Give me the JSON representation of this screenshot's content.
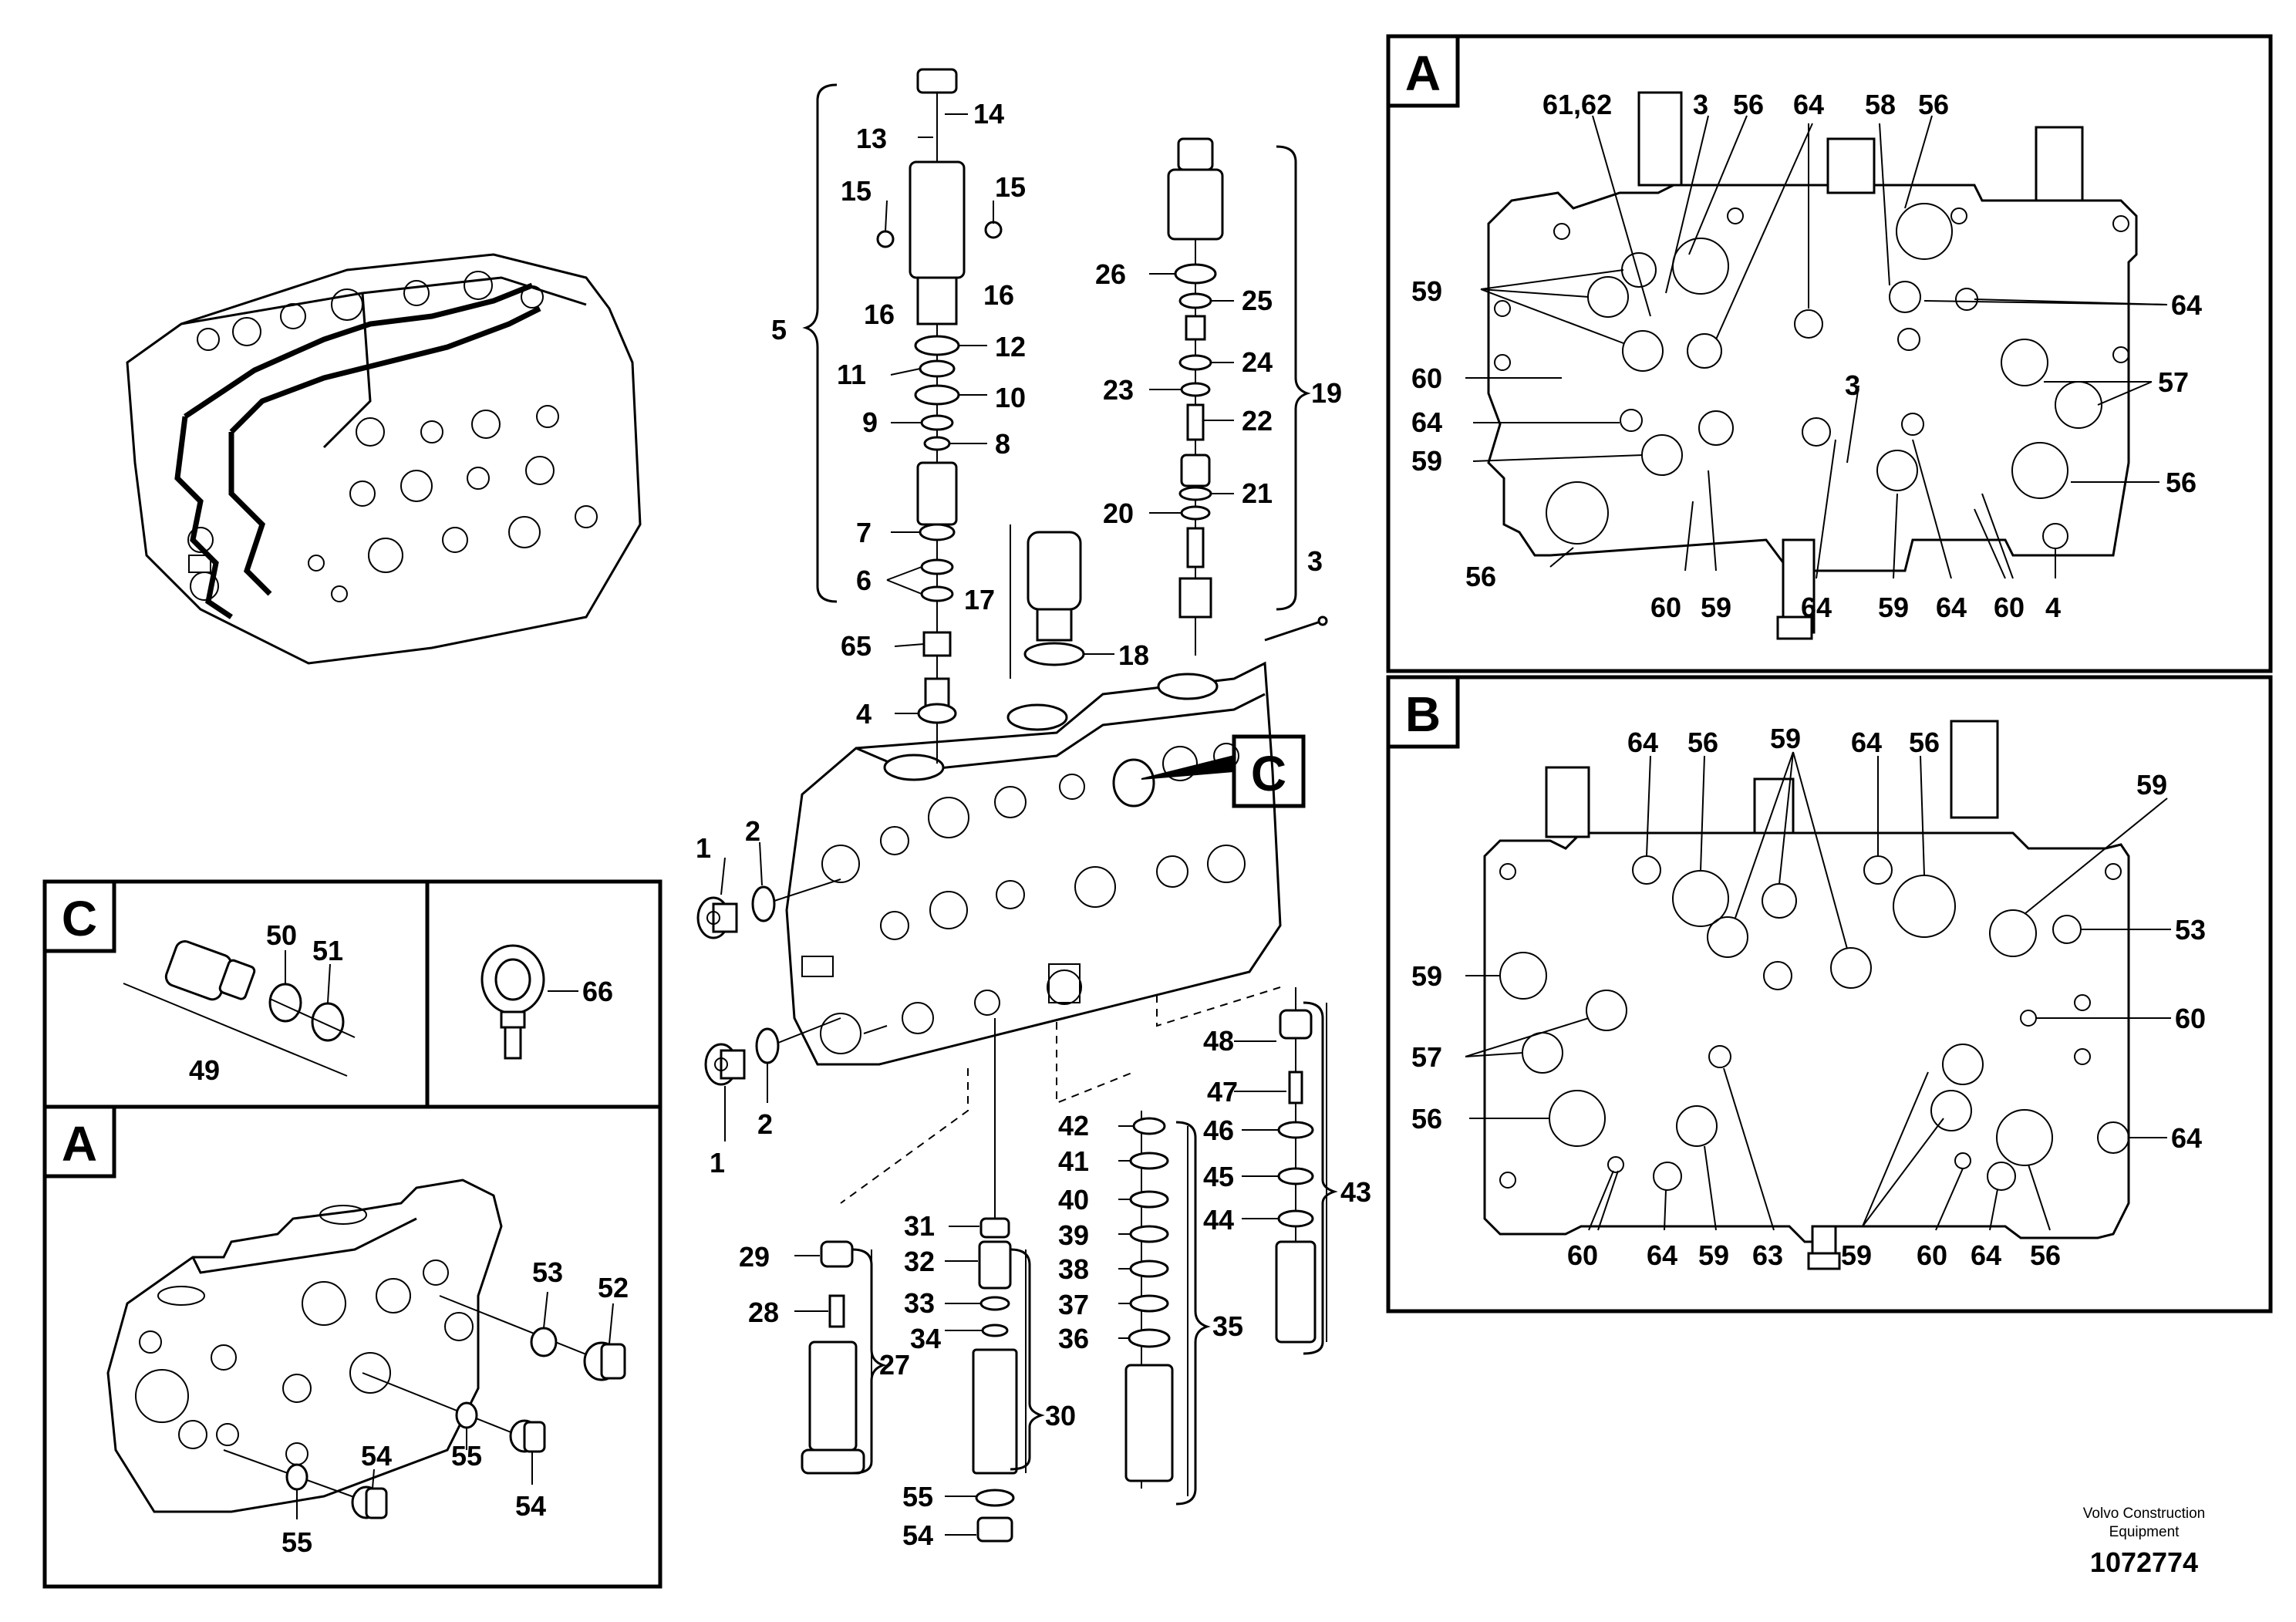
{
  "panels": {
    "A_top": "A",
    "B": "B",
    "C": "C",
    "A_bottom": "A",
    "C_callout": "C"
  },
  "footer": {
    "brand_line1": "Volvo Construction",
    "brand_line2": "Equipment",
    "part_number": "1072774"
  },
  "labels": {
    "main": [
      "14",
      "13",
      "15",
      "15",
      "16",
      "16",
      "5",
      "12",
      "11",
      "10",
      "9",
      "8",
      "7",
      "6",
      "65",
      "4",
      "17",
      "18",
      "26",
      "25",
      "24",
      "23",
      "22",
      "21",
      "20",
      "19",
      "3",
      "1",
      "2",
      "1",
      "2",
      "48",
      "47",
      "42",
      "46",
      "41",
      "45",
      "40",
      "39",
      "44",
      "43",
      "38",
      "37",
      "36",
      "35",
      "31",
      "32",
      "33",
      "34",
      "30",
      "29",
      "28",
      "27",
      "55",
      "54"
    ],
    "panel_a": [
      "61,62",
      "3",
      "56",
      "64",
      "58",
      "56",
      "59",
      "64",
      "60",
      "3",
      "57",
      "64",
      "59",
      "56",
      "56",
      "60",
      "59",
      "64",
      "59",
      "64",
      "60",
      "4"
    ],
    "panel_b": [
      "64",
      "56",
      "59",
      "64",
      "56",
      "59",
      "53",
      "59",
      "60",
      "57",
      "56",
      "64",
      "60",
      "64",
      "59",
      "63",
      "59",
      "60",
      "64",
      "56"
    ],
    "panel_c": [
      "50",
      "51",
      "49"
    ],
    "panel_66": [
      "66"
    ],
    "panel_a_bottom": [
      "53",
      "52",
      "55",
      "54",
      "55",
      "54"
    ]
  }
}
